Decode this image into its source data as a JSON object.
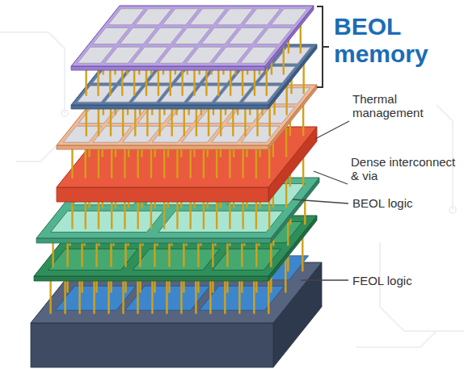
{
  "diagram": {
    "labels": [
      "BEOL memory",
      "Thermal management",
      "Dense interconnect & via",
      "BEOL logic",
      "FEOL logic"
    ]
  }
}
